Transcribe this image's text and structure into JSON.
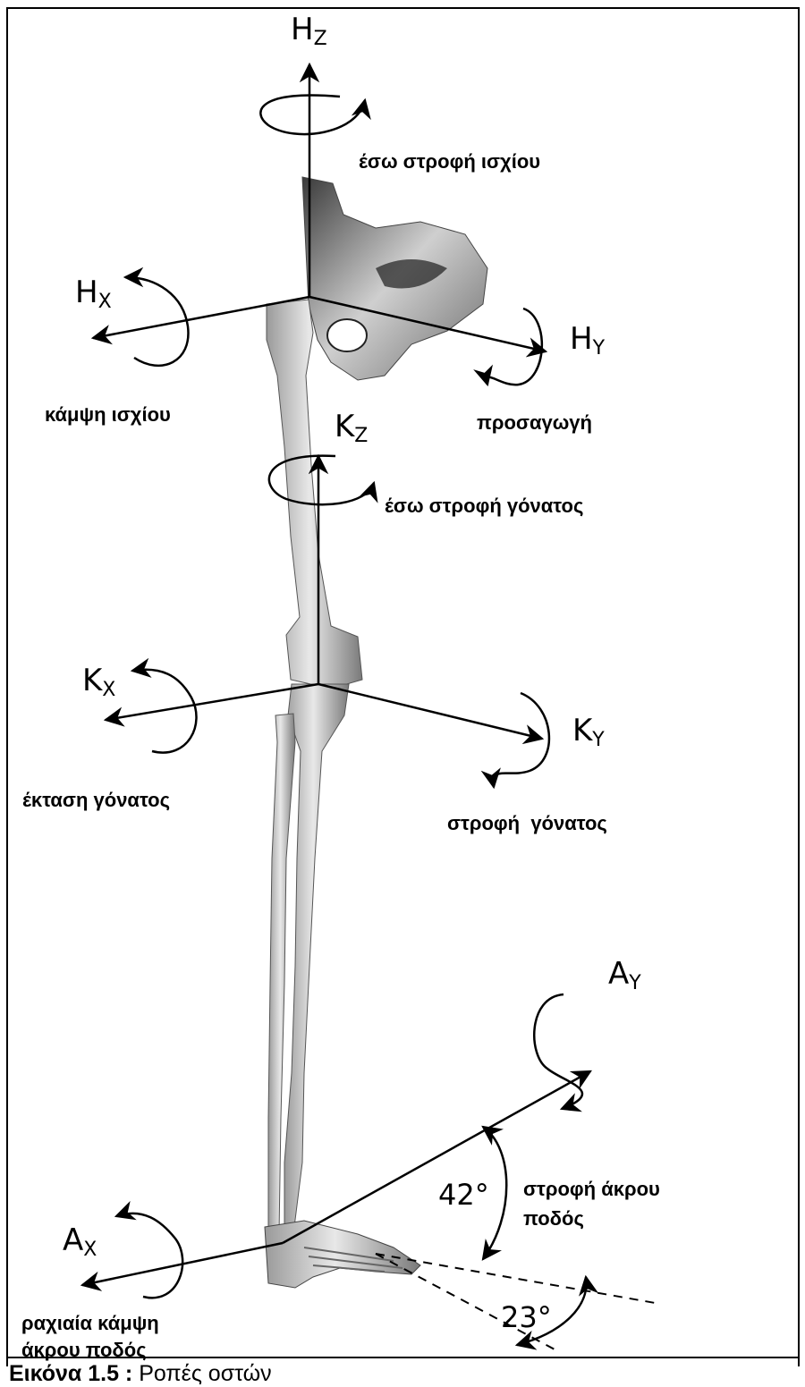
{
  "axes": {
    "hz": {
      "main": "H",
      "sub": "Z"
    },
    "hx": {
      "main": "H",
      "sub": "X"
    },
    "hy": {
      "main": "H",
      "sub": "Y"
    },
    "kz": {
      "main": "K",
      "sub": "Z"
    },
    "kx": {
      "main": "K",
      "sub": "X"
    },
    "ky": {
      "main": "K",
      "sub": "Y"
    },
    "ay": {
      "main": "A",
      "sub": "Y"
    },
    "ax": {
      "main": "A",
      "sub": "X"
    }
  },
  "labels": {
    "hip_internal_rotation": "έσω στροφή ισχίου",
    "hip_flexion": "κάμψη ισχίου",
    "adduction": "προσαγωγή",
    "knee_internal_rotation": "έσω στροφή γόνατος",
    "knee_extension": "έκταση γόνατος",
    "knee_rotation": "στροφή  γόνατος",
    "foot_rotation_line1": "στροφή άκρου",
    "foot_rotation_line2": "ποδός",
    "plantar_flexion_line1": "ραχιαία κάμψη",
    "plantar_flexion_line2": "άκρου ποδός"
  },
  "angles": {
    "foot_rotation": "42°",
    "toe_out": "23°"
  },
  "caption": {
    "prefix": "Εικόνα 1.5 :",
    "text": " Ροπές οστών"
  }
}
